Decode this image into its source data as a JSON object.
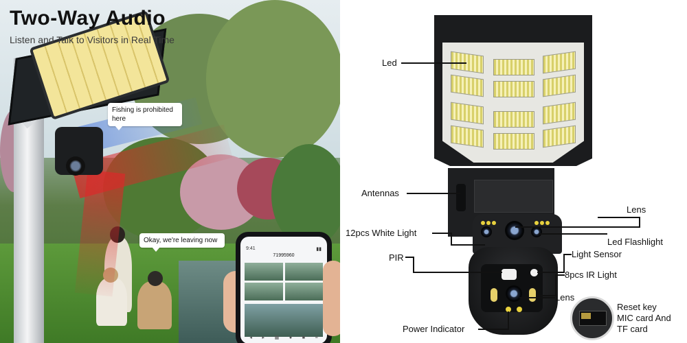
{
  "left_panel": {
    "title": "Two-Way Audio",
    "subtitle": "Listen and Talk to Visitors in Real Time",
    "bubble_top": "Fishing is prohibited here",
    "bubble_bottom": "Okay, we're leaving now",
    "phone": {
      "status_left": "9:41",
      "device_id": "71995960"
    }
  },
  "right_panel": {
    "labels": {
      "led": "Led",
      "antennas": "Antennas",
      "lens_top": "Lens",
      "white_light": "12pcs White Light",
      "led_flashlight": "Led Flashlight",
      "light_sensor": "Light Sensor",
      "pir": "PIR",
      "ir_light": "8pcs IR Light",
      "lens_bottom": "Lens",
      "power_indicator": "Power Indicator",
      "reset_key": "Reset key",
      "mic_card": "MIC card And",
      "tf_card": "TF card"
    }
  },
  "colors": {
    "background": "#ffffff",
    "text": "#111111",
    "led_yellow": "#f6f1b8",
    "lamp_body": "#1b1c1e"
  }
}
